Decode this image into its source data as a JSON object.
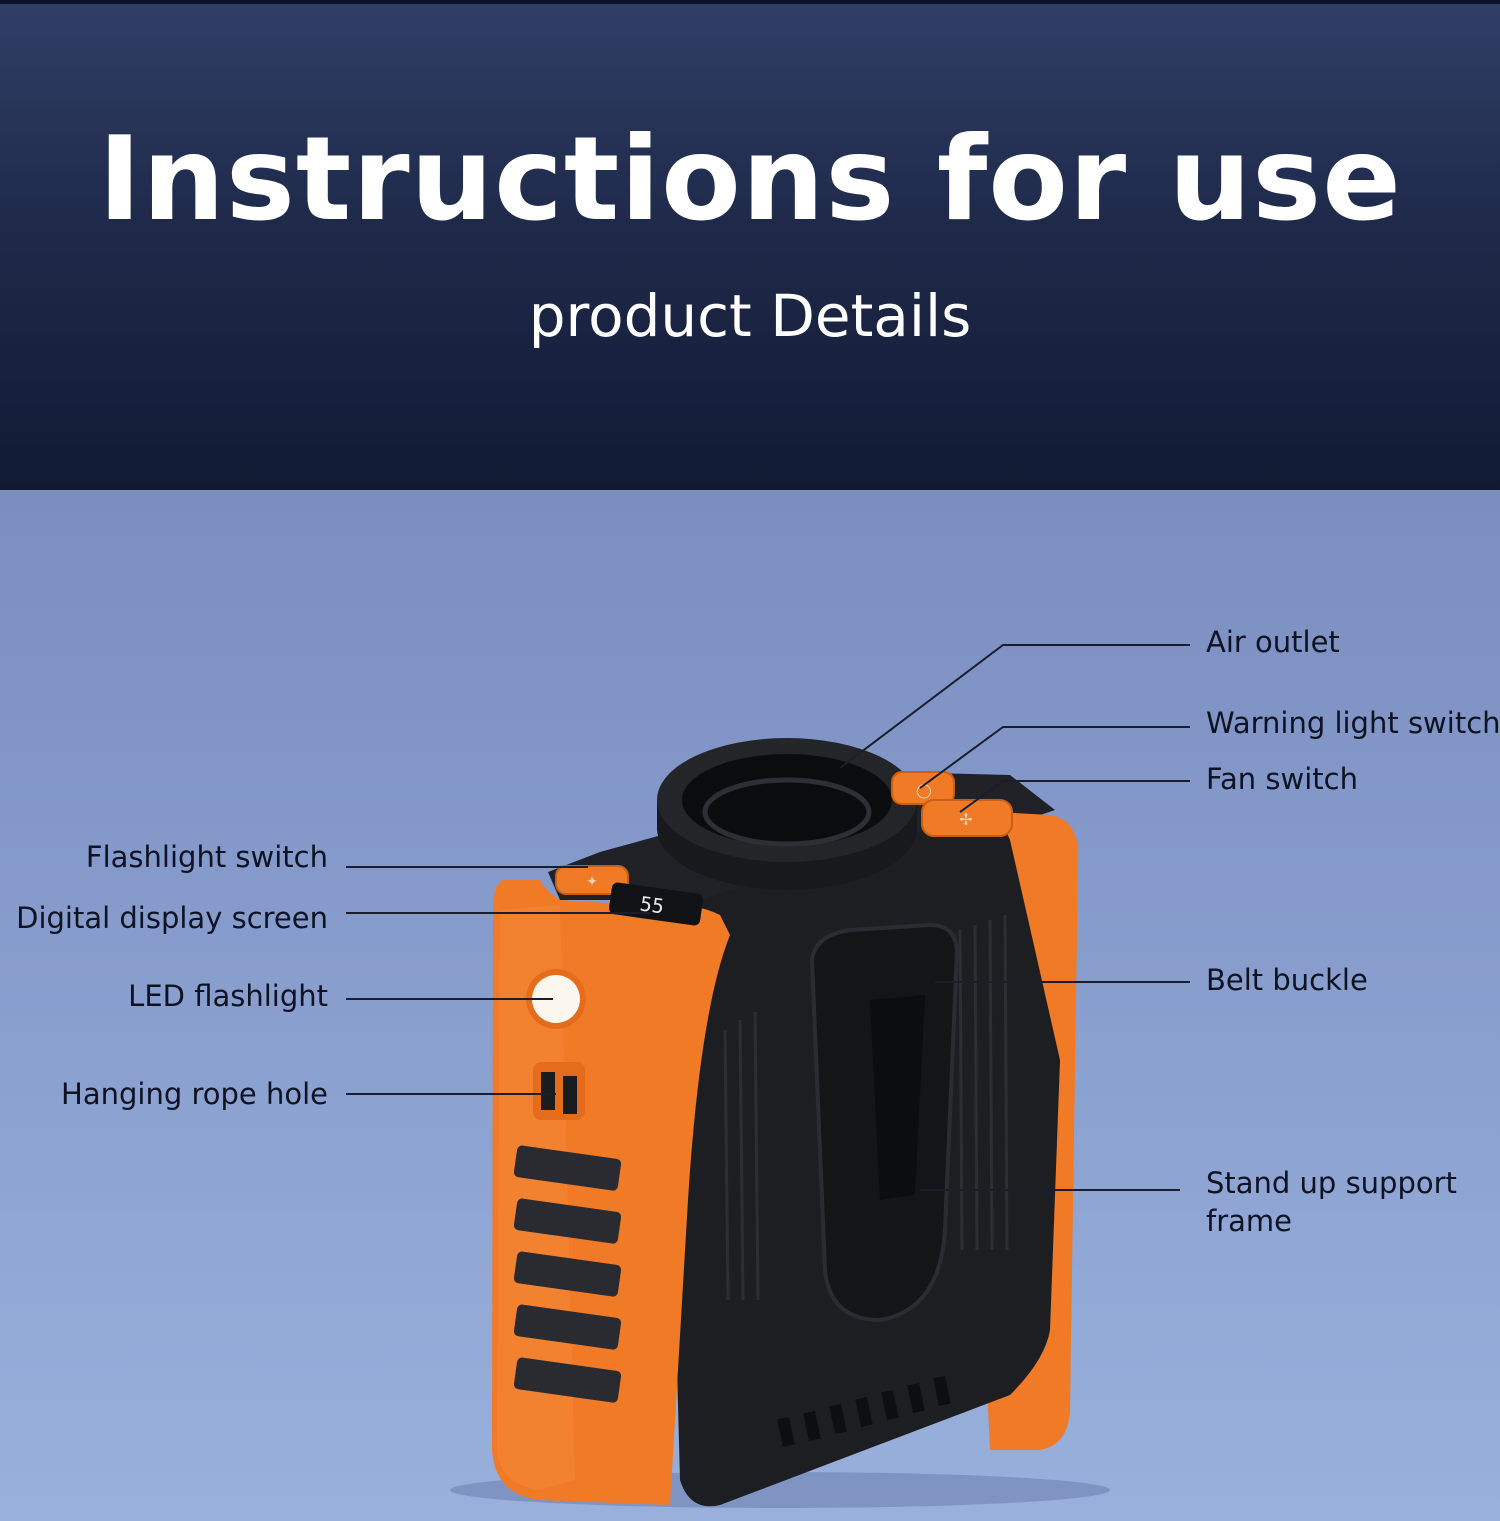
{
  "header": {
    "title": "Instructions for use",
    "subtitle": "product Details"
  },
  "product": {
    "display_readout": "55",
    "colors": {
      "body_orange": "#f07a26",
      "frame_black": "#1d1e22",
      "header_navy": "#1b2545",
      "background_blue": "#8aa0cf"
    }
  },
  "callouts": {
    "air_outlet": "Air outlet",
    "warning_light_switch": "Warning light switch",
    "fan_switch": "Fan switch",
    "flashlight_switch": "Flashlight switch",
    "digital_display_screen": "Digital display screen",
    "led_flashlight": "LED flashlight",
    "hanging_rope_hole": "Hanging rope hole",
    "belt_buckle": "Belt buckle",
    "stand_up_support_frame_line1": "Stand up support",
    "stand_up_support_frame_line2": "frame"
  }
}
